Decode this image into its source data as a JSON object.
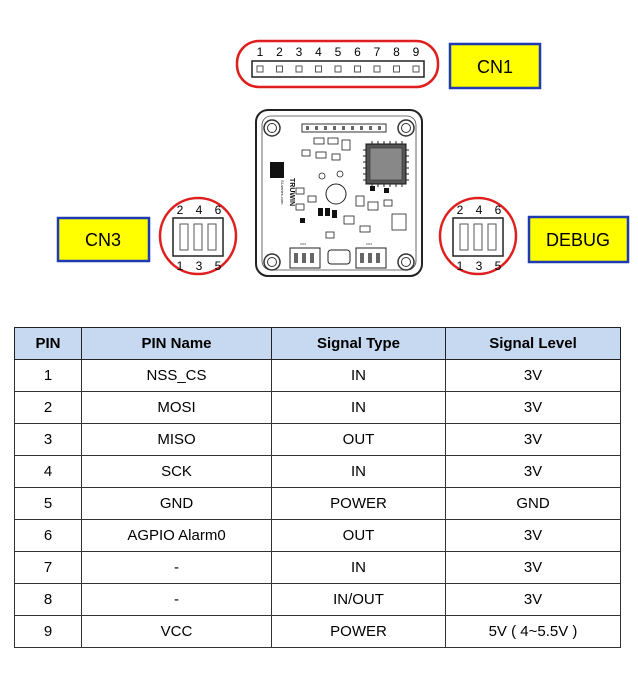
{
  "connectors": {
    "cn1": {
      "label": "CN1",
      "pins": [
        "1",
        "2",
        "3",
        "4",
        "5",
        "6",
        "7",
        "8",
        "9"
      ]
    },
    "cn3": {
      "label": "CN3",
      "top_pins": [
        "2",
        "4",
        "6"
      ],
      "bottom_pins": [
        "1",
        "3",
        "5"
      ]
    },
    "debug": {
      "label": "DEBUG",
      "top_pins": [
        "2",
        "4",
        "6"
      ],
      "bottom_pins": [
        "1",
        "3",
        "5"
      ]
    }
  },
  "board": {
    "brand": "TRUWIN",
    "brand_sub": "SI-series.com",
    "silk_cn2": "CN2",
    "silk_cn3": "CN3"
  },
  "colors": {
    "label_fill": "#ffff00",
    "label_border": "#1f3bb3",
    "circle": "#e01e1e",
    "header_fill": "#c6d9f0"
  },
  "table": {
    "headers": [
      "PIN",
      "PIN Name",
      "Signal Type",
      "Signal Level"
    ],
    "rows": [
      [
        "1",
        "NSS_CS",
        "IN",
        "3V"
      ],
      [
        "2",
        "MOSI",
        "IN",
        "3V"
      ],
      [
        "3",
        "MISO",
        "OUT",
        "3V"
      ],
      [
        "4",
        "SCK",
        "IN",
        "3V"
      ],
      [
        "5",
        "GND",
        "POWER",
        "GND"
      ],
      [
        "6",
        "AGPIO Alarm0",
        "OUT",
        "3V"
      ],
      [
        "7",
        "-",
        "IN",
        "3V"
      ],
      [
        "8",
        "-",
        "IN/OUT",
        "3V"
      ],
      [
        "9",
        "VCC",
        "POWER",
        "5V ( 4~5.5V )"
      ]
    ]
  }
}
